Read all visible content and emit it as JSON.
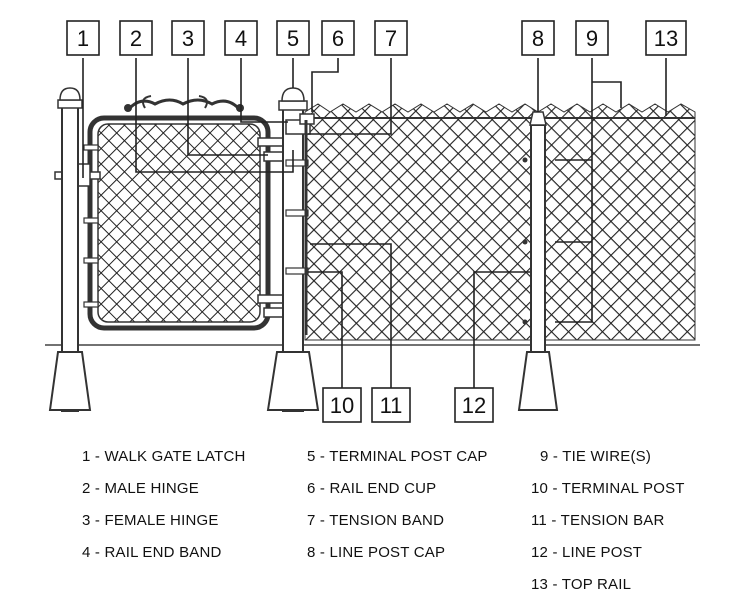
{
  "callouts": [
    {
      "id": "1"
    },
    {
      "id": "2"
    },
    {
      "id": "3"
    },
    {
      "id": "4"
    },
    {
      "id": "5"
    },
    {
      "id": "6"
    },
    {
      "id": "7"
    },
    {
      "id": "8"
    },
    {
      "id": "9"
    },
    {
      "id": "13"
    },
    {
      "id": "10"
    },
    {
      "id": "11"
    },
    {
      "id": "12"
    }
  ],
  "legend": [
    "1 - WALK GATE LATCH",
    "2 - MALE HINGE",
    "3 - FEMALE HINGE",
    "4 - RAIL END BAND",
    "5 - TERMINAL POST CAP",
    "6 - RAIL END CUP",
    "7 - TENSION BAND",
    "8 - LINE POST CAP",
    "9 - TIE WIRE(S)",
    "10 - TERMINAL POST",
    "11 - TENSION BAR",
    "12 - LINE POST",
    "13 - TOP RAIL"
  ]
}
